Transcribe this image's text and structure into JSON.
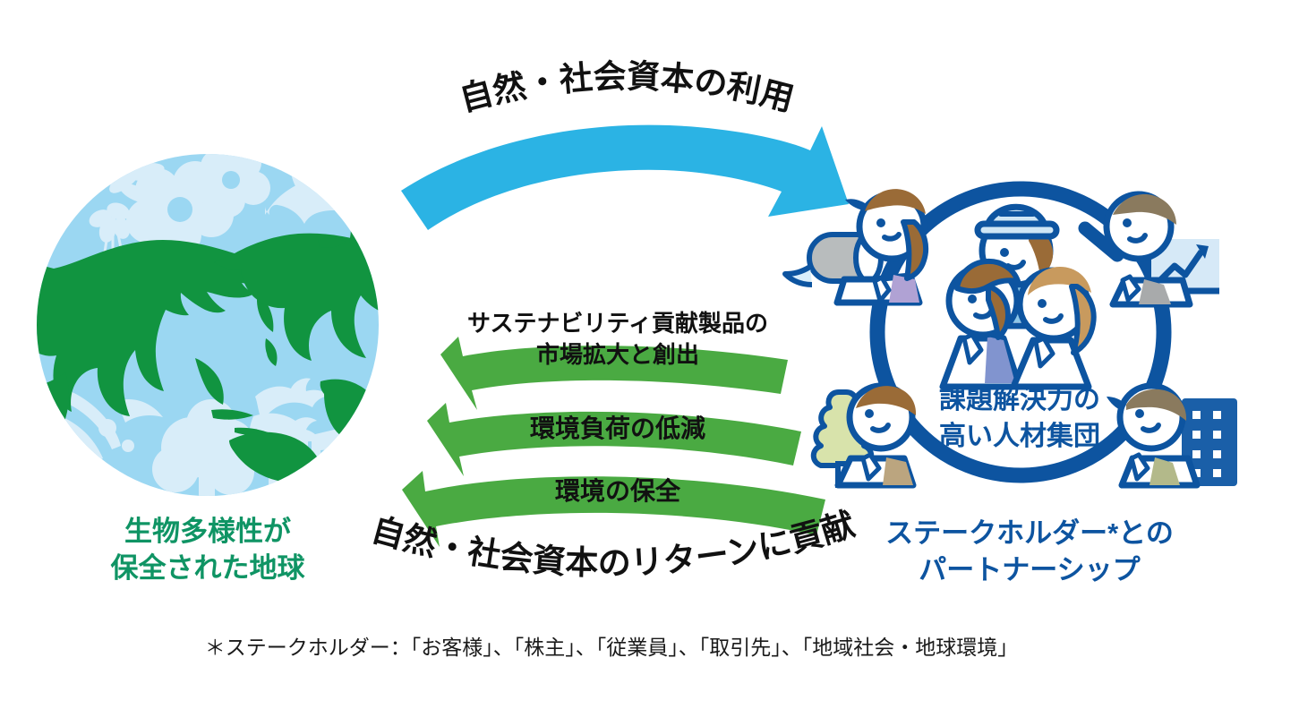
{
  "diagram": {
    "title_top_arrow": "自然・社会資本の利用",
    "title_bottom_arrow": "自然・社会資本のリターンに貢献",
    "return_arrows": [
      {
        "line1": "サステナビリティ貢献製品の",
        "line2": "市場拡大と創出"
      },
      {
        "line1": "環境負荷の低減",
        "line2": ""
      },
      {
        "line1": "環境の保全",
        "line2": ""
      }
    ],
    "left_node": {
      "caption_line1": "生物多様性が",
      "caption_line2": "保全された地球",
      "icon": "earth-globe-icon"
    },
    "right_node": {
      "caption_line1": "ステークホルダー*との",
      "caption_line2": "パートナーシップ",
      "ring_center_line1": "課題解決力の",
      "ring_center_line2": "高い人材集団",
      "icon": "people-ring-icon"
    },
    "footnote": "＊ステークホルダー：「お客様」、「株主」、「従業員」、「取引先」、「地域社会・地球環境」"
  },
  "colors": {
    "cyan_arrow": "#2bb3e4",
    "green_arrow": "#4aaa42",
    "globe_ocean": "#9bd7f2",
    "globe_land": "#119440",
    "globe_silhouette": "#d6ecf8",
    "teal_caption": "#0f9464",
    "blue_caption": "#0d54a0",
    "ring_blue": "#0d54a0",
    "black_text": "#111111",
    "hair_brown": "#9a6b37",
    "hair_blonde": "#c89a5e",
    "hair_gray_brown": "#8a7a5e",
    "shirt_purple": "#b0a2d4",
    "shirt_blue": "#8194cf",
    "helmet_light": "#cfe6f5",
    "tree_green": "#d8e3ab",
    "building_blue": "#1a5fa8",
    "chart_light": "#d6e9f7",
    "pipe_gray": "#b8bcbd",
    "tie_olive": "#b3b98a",
    "tie_tan": "#bba57f",
    "tie_gray": "#a8aaab"
  }
}
